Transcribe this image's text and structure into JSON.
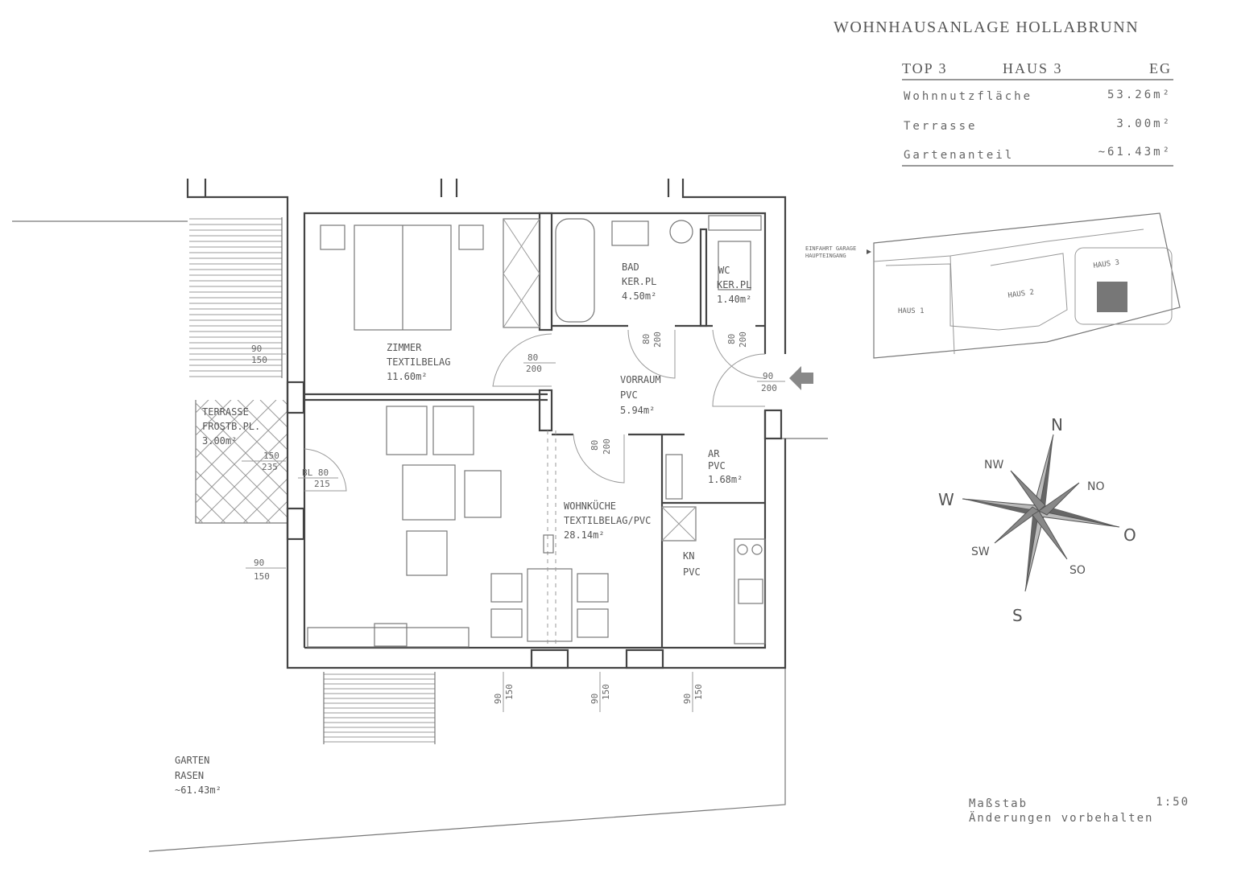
{
  "title": "WOHNHAUSANLAGE HOLLABRUNN",
  "info_table": {
    "top": "TOP 3",
    "haus": "HAUS 3",
    "floor": "EG",
    "rows": [
      {
        "label": "Wohnnutzfläche",
        "value": "53.26m²"
      },
      {
        "label": "Terrasse",
        "value": "3.00m²"
      },
      {
        "label": "Gartenanteil",
        "value": "~61.43m²"
      }
    ]
  },
  "site_plan": {
    "entrance_note_1": "EINFAHRT GARAGE",
    "entrance_note_2": "HAUPTEINGANG",
    "houses": [
      "HAUS 1",
      "HAUS 2",
      "HAUS 3"
    ]
  },
  "rooms": {
    "zimmer": {
      "name": "ZIMMER",
      "floor": "TEXTILBELAG",
      "area": "11.60m²"
    },
    "bad": {
      "name": "BAD",
      "floor": "KER.PL",
      "area": "4.50m²"
    },
    "wc": {
      "name": "WC",
      "floor": "KER.PL",
      "area": "1.40m²"
    },
    "vorraum": {
      "name": "VORRAUM",
      "floor": "PVC",
      "area": "5.94m²"
    },
    "ar": {
      "name": "AR",
      "floor": "PVC",
      "area": "1.68m²"
    },
    "wohnkueche": {
      "name": "WOHNKÜCHE",
      "floor": "TEXTILBELAG/PVC",
      "area": "28.14m²"
    },
    "kn": {
      "name": "KN",
      "floor": "PVC"
    },
    "terrasse": {
      "name": "TERRASSE",
      "floor": "FROSTB.PL.",
      "area": "3.00m²"
    },
    "garten": {
      "name": "GARTEN",
      "floor": "RASEN",
      "area": "~61.43m²"
    }
  },
  "dimensions": {
    "win_zimmer": [
      "90",
      "150"
    ],
    "door_zimmer": [
      "80",
      "200"
    ],
    "door_bad": [
      "80",
      "200"
    ],
    "door_wc": [
      "80",
      "200"
    ],
    "door_entry": [
      "90",
      "200"
    ],
    "door_wk": [
      "80",
      "200"
    ],
    "win_terrasse": [
      "150",
      "235"
    ],
    "door_terrasse": [
      "BL 80",
      "215"
    ],
    "win_wk_left": [
      "90",
      "150"
    ],
    "win_bottom_1": [
      "90",
      "150"
    ],
    "win_bottom_2": [
      "90",
      "150"
    ],
    "win_bottom_3": [
      "90",
      "150"
    ]
  },
  "compass": {
    "n": "N",
    "no": "NO",
    "o": "O",
    "so": "SO",
    "s": "S",
    "sw": "SW",
    "w": "W",
    "nw": "NW"
  },
  "footer": {
    "scale_label": "Maßstab",
    "scale_value": "1:50",
    "note": "Änderungen vorbehalten"
  }
}
